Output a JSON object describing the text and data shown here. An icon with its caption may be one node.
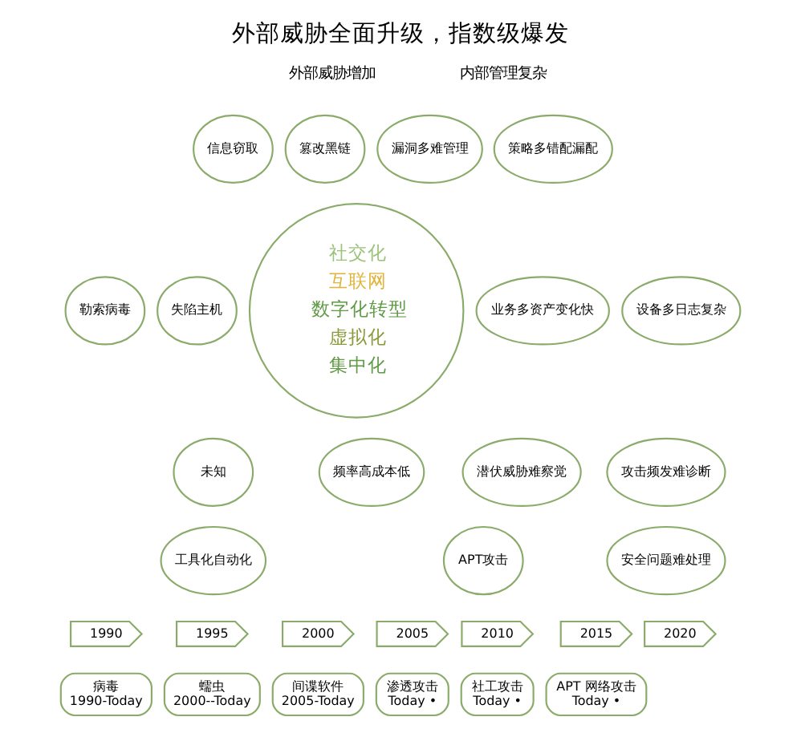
{
  "diagram": {
    "title": "外部威胁全面升级，指数级爆发",
    "nodes": [
      {
        "text": [
          "信息窃取"
        ]
      },
      {
        "text": [
          "篡改黑链"
        ]
      },
      {
        "text": [
          "漏洞多难管理"
        ]
      },
      {
        "text": [
          "策略多错配漏配"
        ]
      },
      {
        "text": [
          "勒索病毒"
        ]
      },
      {
        "text": [
          "失陷主机"
        ]
      },
      {
        "text": [
          "社交化",
          "互联网",
          "数字化转型",
          "虚拟化",
          "集中化"
        ]
      },
      {
        "text": [
          "业务多资产变化快"
        ]
      },
      {
        "text": [
          "设备多日志复杂"
        ]
      },
      {
        "text": [
          "未知"
        ]
      },
      {
        "text": [
          "频率高成本低"
        ]
      },
      {
        "text": [
          "潜伏威胁难察觉"
        ]
      },
      {
        "text": [
          "攻击频发难诊断"
        ]
      },
      {
        "text": [
          "工具化自动化"
        ]
      },
      {
        "text": [
          "APT攻击"
        ]
      },
      {
        "text": [
          "安全问题难处理"
        ]
      },
      {
        "text": [
          "1990"
        ]
      },
      {
        "text": [
          "1995"
        ]
      },
      {
        "text": [
          "2000"
        ]
      },
      {
        "text": [
          "2005"
        ]
      },
      {
        "text": [
          "2010"
        ]
      },
      {
        "text": [
          "2015"
        ]
      },
      {
        "text": [
          "2020"
        ]
      },
      {
        "text": [
          "病毒",
          "1990-Today"
        ]
      },
      {
        "text": [
          "蠕虫",
          "2000--Today"
        ]
      },
      {
        "text": [
          "间谍软件",
          "2005-Today"
        ]
      },
      {
        "text": [
          "渗透攻击",
          "Today •"
        ]
      },
      {
        "text": [
          "社工攻击",
          "Today •"
        ]
      },
      {
        "text": [
          "APT 网络攻击",
          "Today •"
        ]
      }
    ],
    "edges": [],
    "labels": [
      "外部威胁增加",
      "内部管理复杂"
    ]
  }
}
